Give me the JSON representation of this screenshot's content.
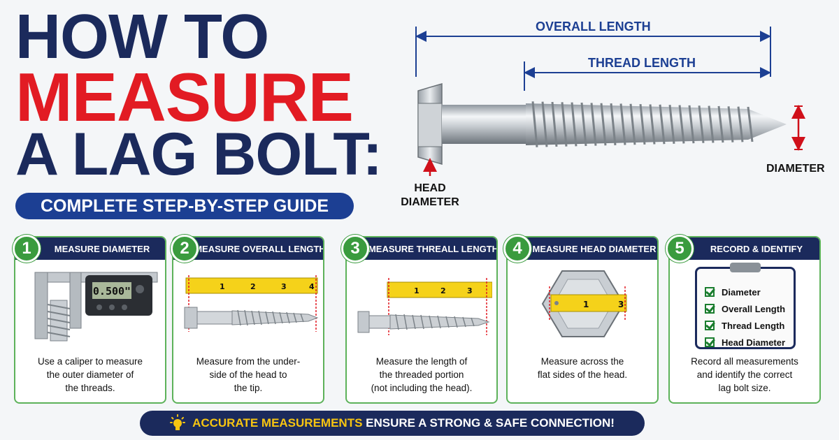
{
  "title": {
    "line1": "HOW TO",
    "line2": "MEASURE",
    "line3": "A LAG BOLT:"
  },
  "subtitle": "COMPLETE STEP-BY-STEP GUIDE",
  "diagram": {
    "overall_length": "OVERALL LENGTH",
    "thread_length": "THREAD LENGTH",
    "head_diameter_line1": "HEAD",
    "head_diameter_line2": "DIAMETER",
    "diameter": "DIAMETER"
  },
  "steps": [
    {
      "number": "1",
      "heading": "MEASURE DIAMETER",
      "reading": "0.500\"",
      "lines": [
        "Use a caliper to measure",
        "the outer diameter of",
        "the threads."
      ]
    },
    {
      "number": "2",
      "heading": "MEASURE OVERALL LENGTH",
      "lines": [
        "Measure from the under-",
        "side of the head to",
        "the tip."
      ]
    },
    {
      "number": "3",
      "heading": "MEASURE THREALL LENGTH",
      "lines": [
        "Measure the length of",
        "the threaded portion",
        "(not including the head)."
      ]
    },
    {
      "number": "4",
      "heading": "MEASURE HEAD DIAMETER",
      "lines": [
        "Measure across the",
        "flat sides of the head."
      ]
    },
    {
      "number": "5",
      "heading": "RECORD & IDENTIFY",
      "checklist": [
        "Diameter",
        "Overall Length",
        "Thread Length",
        "Head Diameter"
      ],
      "lines": [
        "Record all measurements",
        "and identify the correct",
        "lag bolt size."
      ]
    }
  ],
  "banner": {
    "highlight": "ACCURATE MEASUREMENTS",
    "rest": "ENSURE A STRONG & SAFE CONNECTION!"
  },
  "colors": {
    "navy": "#1b2a5c",
    "red": "#e21b23",
    "blue": "#1c3f93",
    "green": "#3a9b3e",
    "yellow": "#f7c511"
  }
}
